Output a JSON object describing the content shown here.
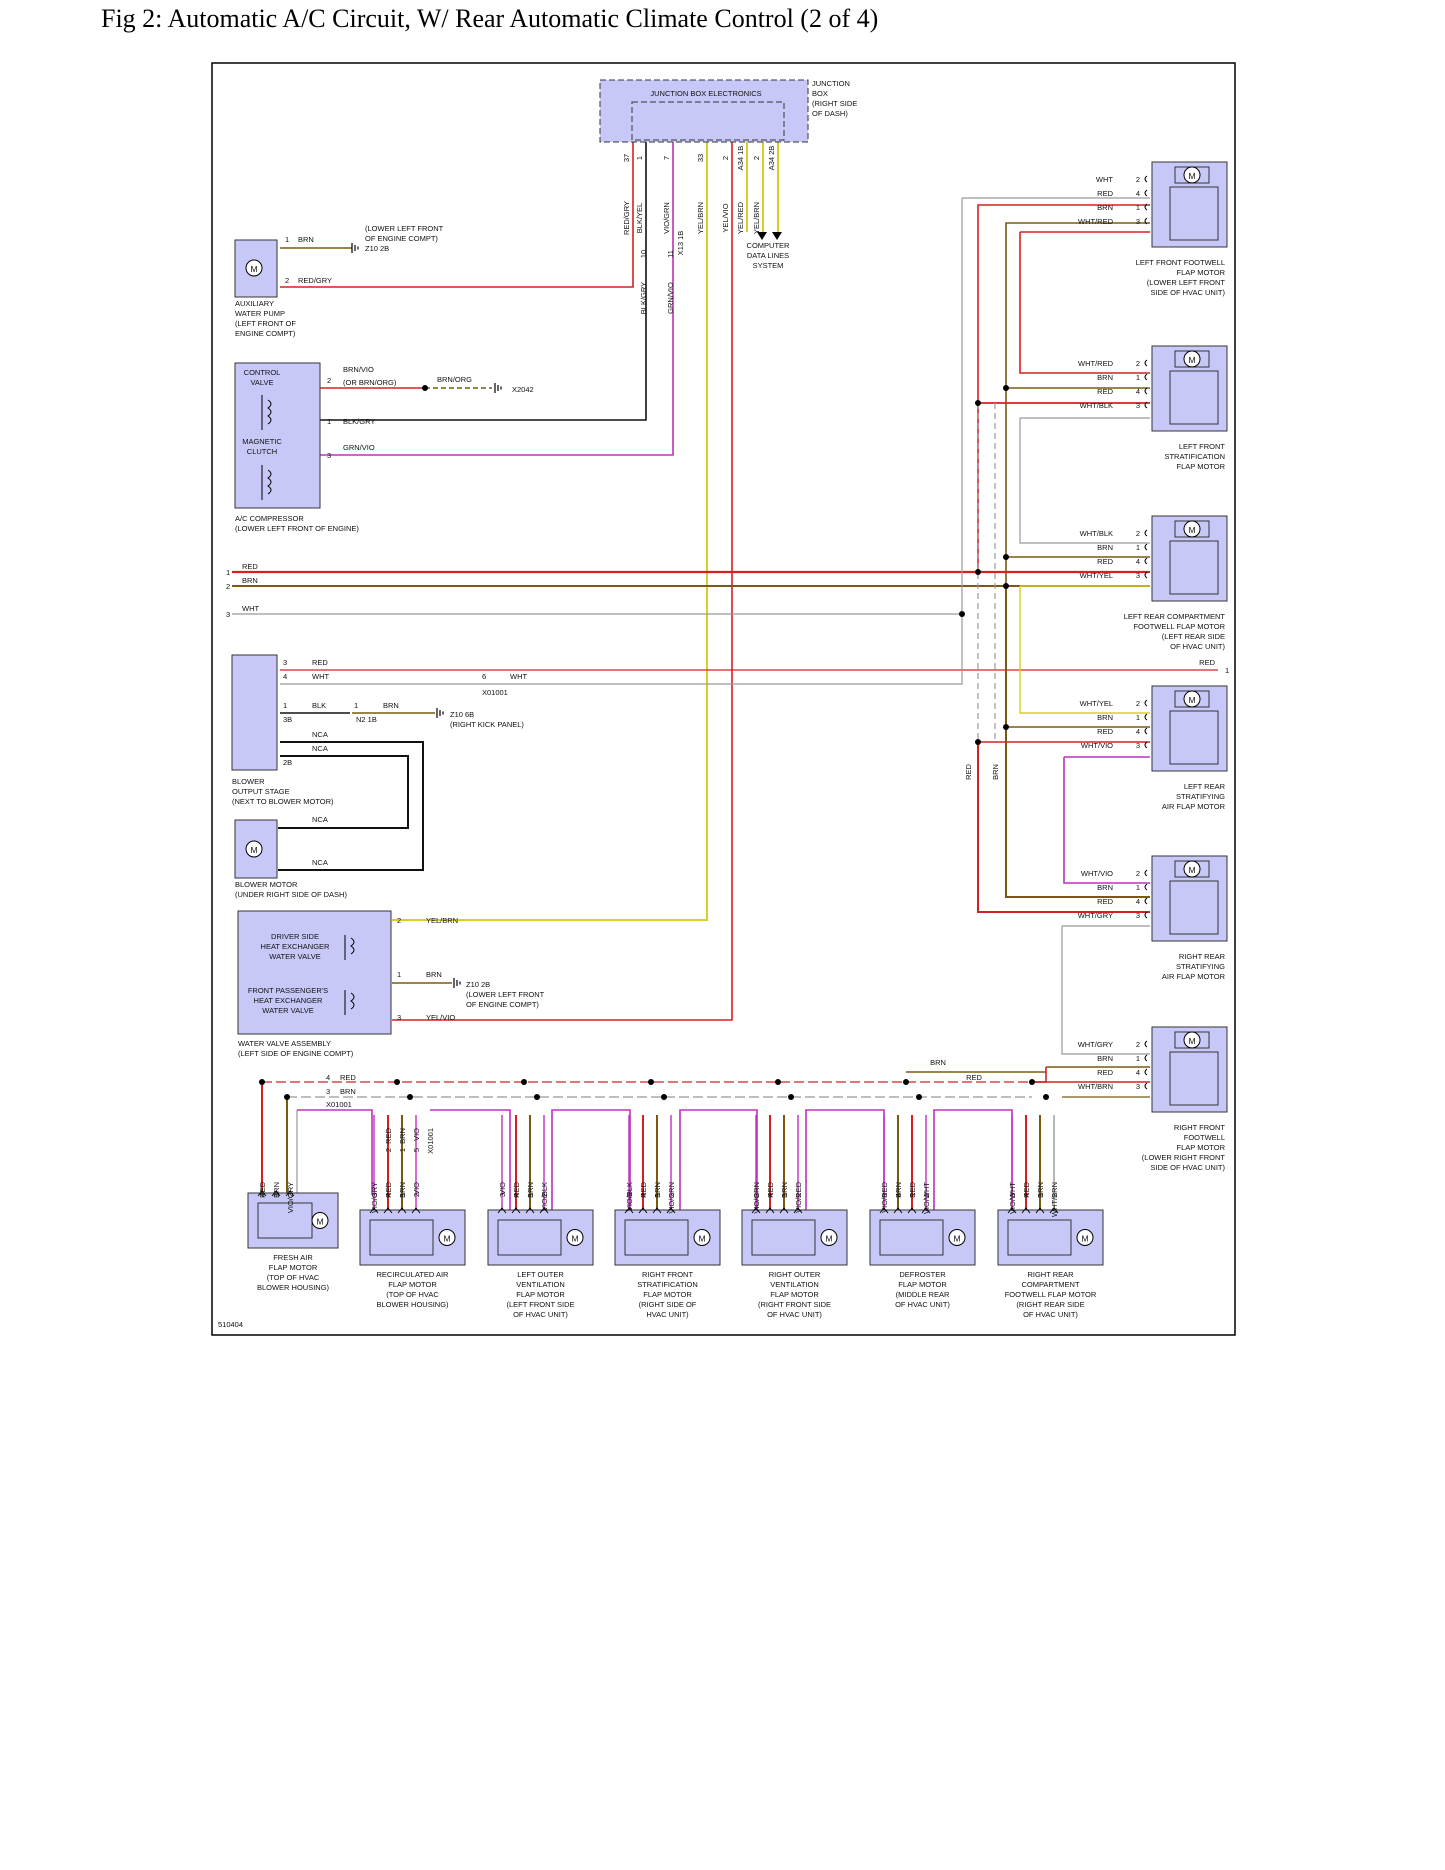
{
  "title": "Fig 2: Automatic A/C Circuit, W/ Rear Automatic Climate Control (2 of 4)",
  "figure_id": "510404",
  "colors": {
    "red": "#d62020",
    "brn": "#7a5a10",
    "yel": "#d8d020",
    "vio": "#c030c0",
    "gry": "#999999",
    "blk": "#111111",
    "box": "#c8c8f8"
  },
  "junction_box": {
    "inner_label": "JUNCTION BOX ELECTRONICS",
    "side_label": [
      "JUNCTION",
      "BOX",
      "(RIGHT SIDE",
      "OF DASH)"
    ],
    "pins": [
      {
        "num": "37",
        "wire": "RED/GRY"
      },
      {
        "num": "1",
        "wire": "BLK/YEL"
      },
      {
        "num": "7",
        "wire": "VIO/GRN"
      },
      {
        "num": "33",
        "wire": "YEL/BRN"
      },
      {
        "num": "2",
        "wire": "YEL/VIO"
      },
      {
        "num": "A34 1B",
        "wire": "YEL/RED"
      },
      {
        "num": "2",
        "wire": "YEL/BRN"
      },
      {
        "num": "A34 2B",
        "wire": ""
      }
    ],
    "connector_x13": "X13 1B",
    "pin10": "10",
    "pin11": "11",
    "wire_blkgry": "BLK/GRY",
    "wire_grnvio": "GRN/VIO",
    "computer_label": [
      "COMPUTER",
      "DATA LINES",
      "SYSTEM"
    ]
  },
  "water_pump": {
    "label": [
      "AUXILIARY",
      "WATER PUMP",
      "(LEFT FRONT OF",
      "ENGINE COMPT)"
    ],
    "pin1": "1",
    "wire1": "BRN",
    "ground_label": [
      "(LOWER LEFT FRONT",
      "OF ENGINE COMPT)",
      "Z10 2B"
    ],
    "pin2": "2",
    "wire2": "RED/GRY",
    "motor": "M"
  },
  "compressor": {
    "control_valve": [
      "CONTROL",
      "VALVE"
    ],
    "clutch": [
      "MAGNETIC",
      "CLUTCH"
    ],
    "label": [
      "A/C COMPRESSOR",
      "(LOWER LEFT FRONT OF ENGINE)"
    ],
    "pin2": "2",
    "wire2a": "BRN/VIO",
    "wire2b": "(OR BRN/ORG)",
    "wire2c": "BRN/ORG",
    "ground": "X2042",
    "pin1": "1",
    "wire1": "BLK/GRY",
    "pin3": "3",
    "wire3": "GRN/VIO"
  },
  "feed_lines": [
    {
      "num": "1",
      "wire": "RED"
    },
    {
      "num": "2",
      "wire": "BRN"
    },
    {
      "num": "3",
      "wire": "WHT"
    }
  ],
  "blower_stage": {
    "label": [
      "BLOWER",
      "OUTPUT STAGE",
      "(NEXT TO BLOWER MOTOR)"
    ],
    "p3": "3",
    "w3": "RED",
    "w3r": "RED",
    "w3n": "1",
    "p4": "4",
    "w4": "WHT",
    "c6": "6",
    "w6": "WHT",
    "conn": "X01001",
    "p1": "1",
    "w1": "BLK",
    "p3b": "3B",
    "n2": "N2 1B",
    "n2p": "1",
    "wbrn": "BRN",
    "gnd": [
      "Z10 6B",
      "(RIGHT KICK PANEL)"
    ],
    "nca": "NCA",
    "p2b": "2B"
  },
  "blower_motor": {
    "label": [
      "BLOWER MOTOR",
      "(UNDER RIGHT SIDE OF DASH)"
    ],
    "nca": "NCA",
    "motor": "M"
  },
  "water_valve": {
    "driver": [
      "DRIVER SIDE",
      "HEAT EXCHANGER",
      "WATER VALVE"
    ],
    "pass": [
      "FRONT PASSENGER'S",
      "HEAT EXCHANGER",
      "WATER VALVE"
    ],
    "label": [
      "WATER VALVE ASSEMBLY",
      "(LEFT SIDE OF ENGINE COMPT)"
    ],
    "p2": "2",
    "w2": "YEL/BRN",
    "p1": "1",
    "w1": "BRN",
    "gnd": [
      "Z10 2B",
      "(LOWER LEFT FRONT",
      "OF ENGINE COMPT)"
    ],
    "p3": "3",
    "w3": "YEL/VIO"
  },
  "right_motors": [
    {
      "label": [
        "LEFT FRONT FOOTWELL",
        "FLAP MOTOR",
        "(LOWER LEFT FRONT",
        "SIDE OF HVAC UNIT)"
      ],
      "pins": [
        [
          "WHT",
          "2"
        ],
        [
          "RED",
          "4"
        ],
        [
          "BRN",
          "1"
        ],
        [
          "WHT/RED",
          "3"
        ]
      ]
    },
    {
      "label": [
        "LEFT FRONT",
        "STRATIFICATION",
        "FLAP MOTOR"
      ],
      "pins": [
        [
          "WHT/RED",
          "2"
        ],
        [
          "BRN",
          "1"
        ],
        [
          "RED",
          "4"
        ],
        [
          "WHT/BLK",
          "3"
        ]
      ]
    },
    {
      "label": [
        "LEFT REAR COMPARTMENT",
        "FOOTWELL FLAP MOTOR",
        "(LEFT REAR SIDE",
        "OF HVAC UNIT)"
      ],
      "pins": [
        [
          "WHT/BLK",
          "2"
        ],
        [
          "BRN",
          "1"
        ],
        [
          "RED",
          "4"
        ],
        [
          "WHT/YEL",
          "3"
        ]
      ]
    },
    {
      "label": [
        "LEFT REAR",
        "STRATIFYING",
        "AIR FLAP MOTOR"
      ],
      "pins": [
        [
          "WHT/YEL",
          "2"
        ],
        [
          "BRN",
          "1"
        ],
        [
          "RED",
          "4"
        ],
        [
          "WHT/VIO",
          "3"
        ]
      ]
    },
    {
      "label": [
        "RIGHT REAR",
        "STRATIFYING",
        "AIR FLAP MOTOR"
      ],
      "pins": [
        [
          "WHT/VIO",
          "2"
        ],
        [
          "BRN",
          "1"
        ],
        [
          "RED",
          "4"
        ],
        [
          "WHT/GRY",
          "3"
        ]
      ]
    },
    {
      "label": [
        "RIGHT FRONT",
        "FOOTWELL",
        "FLAP MOTOR",
        "(LOWER RIGHT FRONT",
        "SIDE OF HVAC UNIT)"
      ],
      "pins": [
        [
          "WHT/GRY",
          "2"
        ],
        [
          "BRN",
          "1"
        ],
        [
          "RED",
          "4"
        ],
        [
          "WHT/BRN",
          "3"
        ]
      ]
    }
  ],
  "bus_labels": {
    "red": "RED",
    "brn": "BRN",
    "x": "X01001",
    "p4": "4",
    "p3": "3",
    "top_brn": "BRN",
    "top_red": "RED",
    "vred": "RED",
    "vbrn": "BRN"
  },
  "bottom_motors": [
    {
      "label": [
        "FRESH AIR",
        "FLAP MOTOR",
        "(TOP OF HVAC",
        "BLOWER HOUSING)"
      ],
      "wires": [
        [
          "4",
          "RED"
        ],
        [
          "1",
          "BRN"
        ],
        [
          "2",
          "VIO/GRY"
        ]
      ]
    },
    {
      "label": [
        "RECIRCULATED AIR",
        "FLAP MOTOR",
        "(TOP OF HVAC",
        "BLOWER HOUSING)"
      ],
      "wires": [
        [
          "3",
          "VIO/GRY"
        ],
        [
          "4",
          "RED"
        ],
        [
          "1",
          "BRN"
        ],
        [
          "2",
          "VIO"
        ]
      ],
      "top": [
        [
          "2",
          "RED"
        ],
        [
          "1",
          "BRN"
        ],
        [
          "5",
          "VIO"
        ],
        [
          "",
          "X01001"
        ]
      ]
    },
    {
      "label": [
        "LEFT OUTER",
        "VENTILATION",
        "FLAP MOTOR",
        "(LEFT FRONT SIDE",
        "OF HVAC UNIT)"
      ],
      "wires": [
        [
          "3",
          "VIO"
        ],
        [
          "4",
          "RED"
        ],
        [
          "1",
          "BRN"
        ],
        [
          "2",
          "VIO/BLK"
        ]
      ]
    },
    {
      "label": [
        "RIGHT FRONT",
        "STRATIFICATION",
        "FLAP MOTOR",
        "(RIGHT SIDE OF",
        "HVAC UNIT)"
      ],
      "wires": [
        [
          "3",
          "VIO/BLK"
        ],
        [
          "4",
          "RED"
        ],
        [
          "1",
          "BRN"
        ],
        [
          "2",
          "VIO/GRN"
        ]
      ]
    },
    {
      "label": [
        "RIGHT OUTER",
        "VENTILATION",
        "FLAP MOTOR",
        "(RIGHT FRONT SIDE",
        "OF HVAC UNIT)"
      ],
      "wires": [
        [
          "3",
          "VIO/GRN"
        ],
        [
          "4",
          "RED"
        ],
        [
          "1",
          "BRN"
        ],
        [
          "2",
          "VIO/RED"
        ]
      ]
    },
    {
      "label": [
        "DEFROSTER",
        "FLAP MOTOR",
        "(MIDDLE REAR",
        "OF HVAC UNIT)"
      ],
      "wires": [
        [
          "3",
          "VIO/RED"
        ],
        [
          "4",
          "BRN"
        ],
        [
          "1",
          "RED"
        ],
        [
          "2",
          "VIO/WHT"
        ]
      ]
    },
    {
      "label": [
        "RIGHT REAR",
        "COMPARTMENT",
        "FOOTWELL FLAP MOTOR",
        "(RIGHT REAR SIDE",
        "OF HVAC UNIT)"
      ],
      "wires": [
        [
          "3",
          "VIO/WHT"
        ],
        [
          "4",
          "RED"
        ],
        [
          "1",
          "BRN"
        ],
        [
          "2",
          "WHT/BRN"
        ]
      ]
    }
  ]
}
